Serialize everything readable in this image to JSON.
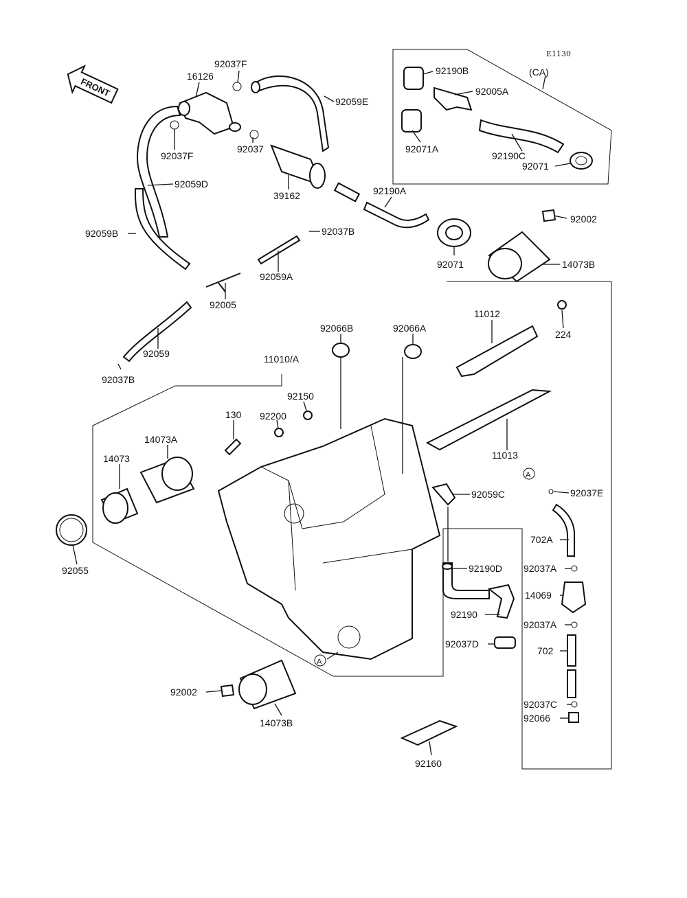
{
  "diagram_code": "E1130",
  "front_label": "FRONT",
  "ca_label": "(CA)",
  "labels": {
    "p92037F_top": "92037F",
    "p16126": "16126",
    "p92059E": "92059E",
    "p92190B": "92190B",
    "p92005A": "92005A",
    "p92071A": "92071A",
    "p92190C": "92190C",
    "p92071_ca": "92071",
    "p92037F_low": "92037F",
    "p92037": "92037",
    "p92059D": "92059D",
    "p39162": "39162",
    "p92190A": "92190A",
    "p92002_top": "92002",
    "p92059B": "92059B",
    "p92037B_mid": "92037B",
    "p92071": "92071",
    "p14073B_top": "14073B",
    "p92059A": "92059A",
    "p92005": "92005",
    "p11012": "11012",
    "p224": "224",
    "p92059": "92059",
    "p92066B": "92066B",
    "p92066A": "92066A",
    "p92037B_low": "92037B",
    "p11010A": "11010/A",
    "p92150": "92150",
    "p130": "130",
    "p92200": "92200",
    "p14073A": "14073A",
    "p11013": "11013",
    "p14073": "14073",
    "circleA_1": "A",
    "p92037E": "92037E",
    "p92059C": "92059C",
    "p702A": "702A",
    "p92190D": "92190D",
    "p92037A_1": "92037A",
    "p14069": "14069",
    "p92055": "92055",
    "p92190": "92190",
    "p92037A_2": "92037A",
    "p92037D": "92037D",
    "p702": "702",
    "circleA_2": "A",
    "p92002_low": "92002",
    "p92037C": "92037C",
    "p92066": "92066",
    "p14073B_low": "14073B",
    "p92160": "92160"
  }
}
